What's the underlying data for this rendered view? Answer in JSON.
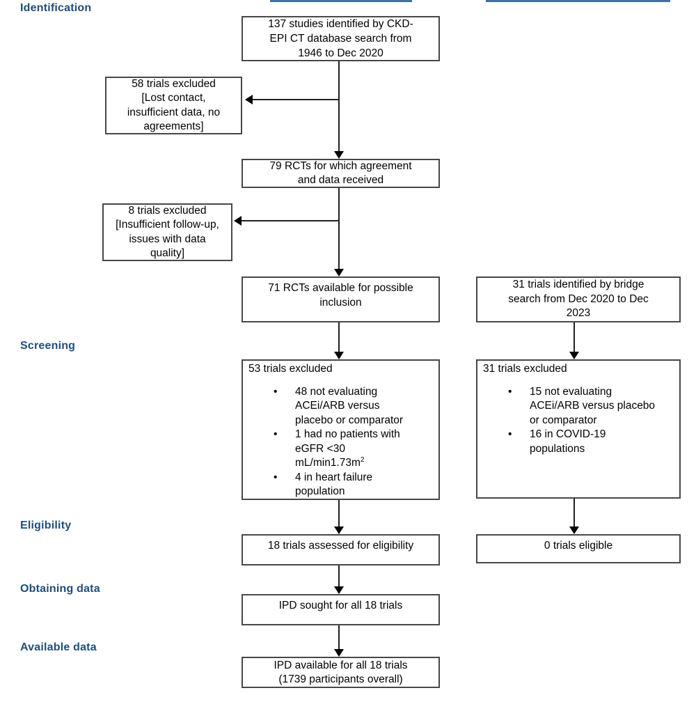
{
  "colors": {
    "stage_label": "#1F4E79",
    "header_rule": "#41719C",
    "box_border": "#474747",
    "arrow": "#000000"
  },
  "glyphs": {
    "bullet": "•"
  },
  "stages": {
    "identification": "Identification",
    "screening": "Screening",
    "eligibility": "Eligibility",
    "obtaining_data": "Obtaining data",
    "available_data": "Available data"
  },
  "flow": {
    "db_search": {
      "lines": [
        "137 studies identified by CKD-",
        "EPI CT database search from",
        "1946 to Dec 2020"
      ]
    },
    "excluded_58": {
      "lines": [
        "58 trials excluded",
        "[Lost contact,",
        "insufficient data, no",
        "agreements]"
      ]
    },
    "rcts_79": {
      "lines": [
        "79 RCTs for which agreement",
        "and data received"
      ]
    },
    "excluded_8": {
      "lines": [
        "8 trials excluded",
        "[Insufficient follow-up,",
        "issues with data",
        "quality]"
      ]
    },
    "rcts_71": {
      "lines": [
        "71 RCTs available for possible",
        "inclusion"
      ]
    },
    "bridge_31": {
      "lines": [
        "31 trials identified by bridge",
        "search from Dec 2020 to Dec",
        "2023"
      ]
    },
    "excluded_53": {
      "title": "53 trials excluded",
      "bullets": [
        {
          "lines": [
            "48 not evaluating",
            "ACEi/ARB versus",
            "placebo or comparator"
          ]
        },
        {
          "lines": [
            "1 had no patients with",
            "eGFR <30"
          ],
          "unit": "mL/min1.73m",
          "unit_sup": "2"
        },
        {
          "lines": [
            "4 in heart failure",
            "population"
          ]
        }
      ]
    },
    "excluded_31": {
      "title": "31 trials excluded",
      "bullets": [
        {
          "lines": [
            "15 not evaluating",
            "ACEi/ARB versus placebo",
            "or comparator"
          ]
        },
        {
          "lines": [
            "16 in COVID-19",
            "populations"
          ]
        }
      ]
    },
    "assessed_18": {
      "lines": [
        "18 trials assessed for eligibility"
      ]
    },
    "eligible_0": {
      "lines": [
        "0 trials eligible"
      ]
    },
    "ipd_sought": {
      "lines": [
        "IPD sought for all 18 trials"
      ]
    },
    "ipd_available": {
      "lines": [
        "IPD available for all 18 trials",
        "(1739 participants overall)"
      ]
    }
  }
}
